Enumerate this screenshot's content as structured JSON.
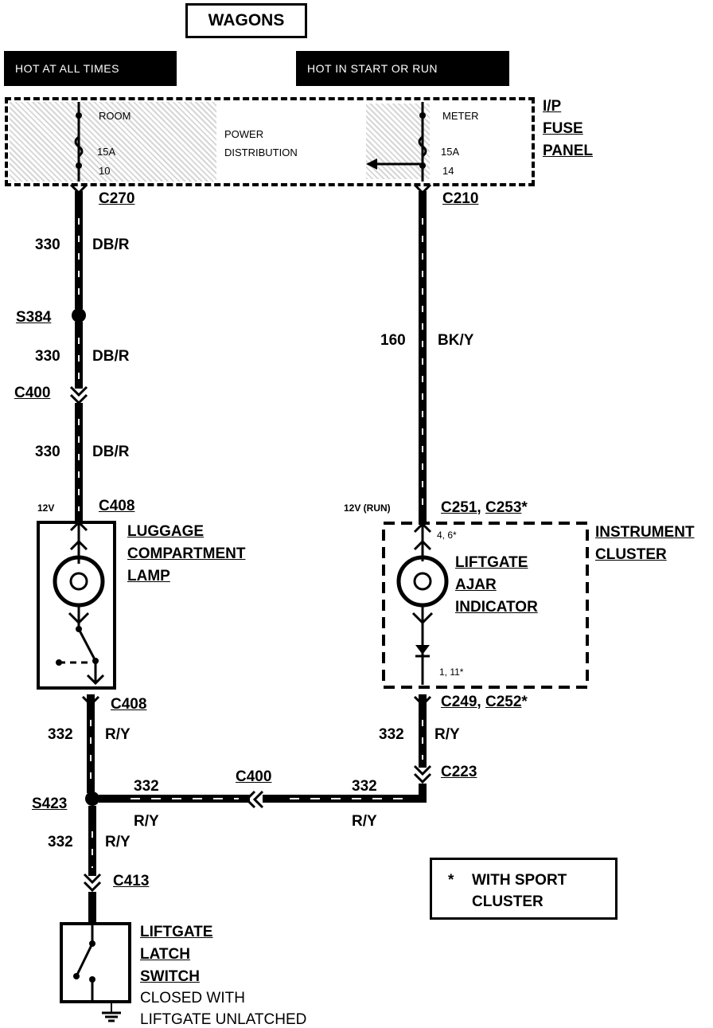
{
  "title": "WAGONS",
  "hot_bars": {
    "left": "HOT AT ALL TIMES",
    "right": "HOT IN START OR RUN"
  },
  "fuse_panel": {
    "label_line1": "I/P",
    "label_line2": "FUSE",
    "label_line3": "PANEL",
    "power_dist_line1": "POWER",
    "power_dist_line2": "DISTRIBUTION",
    "left_fuse": {
      "name": "ROOM",
      "rating": "15A",
      "pin": "10"
    },
    "right_fuse": {
      "name": "METER",
      "rating": "15A",
      "pin": "14"
    }
  },
  "connectors": {
    "c270": "C270",
    "c210": "C210",
    "s384": "S384",
    "c400_left": "C400",
    "c408_top": "C408",
    "c408_bottom": "C408",
    "c251": "C251",
    "c253": "C253",
    "c253_star": "*",
    "c249": "C249",
    "c252": "C252",
    "c252_star": "*",
    "comma1": ",",
    "comma2": ",",
    "c223": "C223",
    "c400_mid": "C400",
    "s423": "S423",
    "c413": "C413"
  },
  "wires": {
    "w330_1": {
      "num": "330",
      "color": "DB/R"
    },
    "w330_2": {
      "num": "330",
      "color": "DB/R"
    },
    "w330_3": {
      "num": "330",
      "color": "DB/R"
    },
    "w160": {
      "num": "160",
      "color": "BK/Y"
    },
    "w332_left_top": {
      "num": "332",
      "color": "R/Y"
    },
    "w332_right": {
      "num": "332",
      "color": "R/Y"
    },
    "w332_h_left": {
      "num": "332",
      "color": "R/Y"
    },
    "w332_h_right": {
      "num": "332",
      "color": "R/Y"
    },
    "w332_bottom": {
      "num": "332",
      "color": "R/Y"
    }
  },
  "voltages": {
    "left": "12V",
    "right": "12V (RUN)"
  },
  "lamp": {
    "line1": "LUGGAGE",
    "line2": "COMPARTMENT",
    "line3": "LAMP"
  },
  "cluster": {
    "line1": "INSTRUMENT",
    "line2": "CLUSTER",
    "pin_top": "4, 6*",
    "pin_bottom": "1, 11*"
  },
  "indicator": {
    "line1": "LIFTGATE",
    "line2": "AJAR",
    "line3": "INDICATOR"
  },
  "switch": {
    "line1": "LIFTGATE",
    "line2": "LATCH",
    "line3": "SWITCH",
    "line4": "CLOSED WITH",
    "line5": "LIFTGATE UNLATCHED"
  },
  "note": {
    "star": "*",
    "line1": "WITH SPORT",
    "line2": "CLUSTER"
  }
}
